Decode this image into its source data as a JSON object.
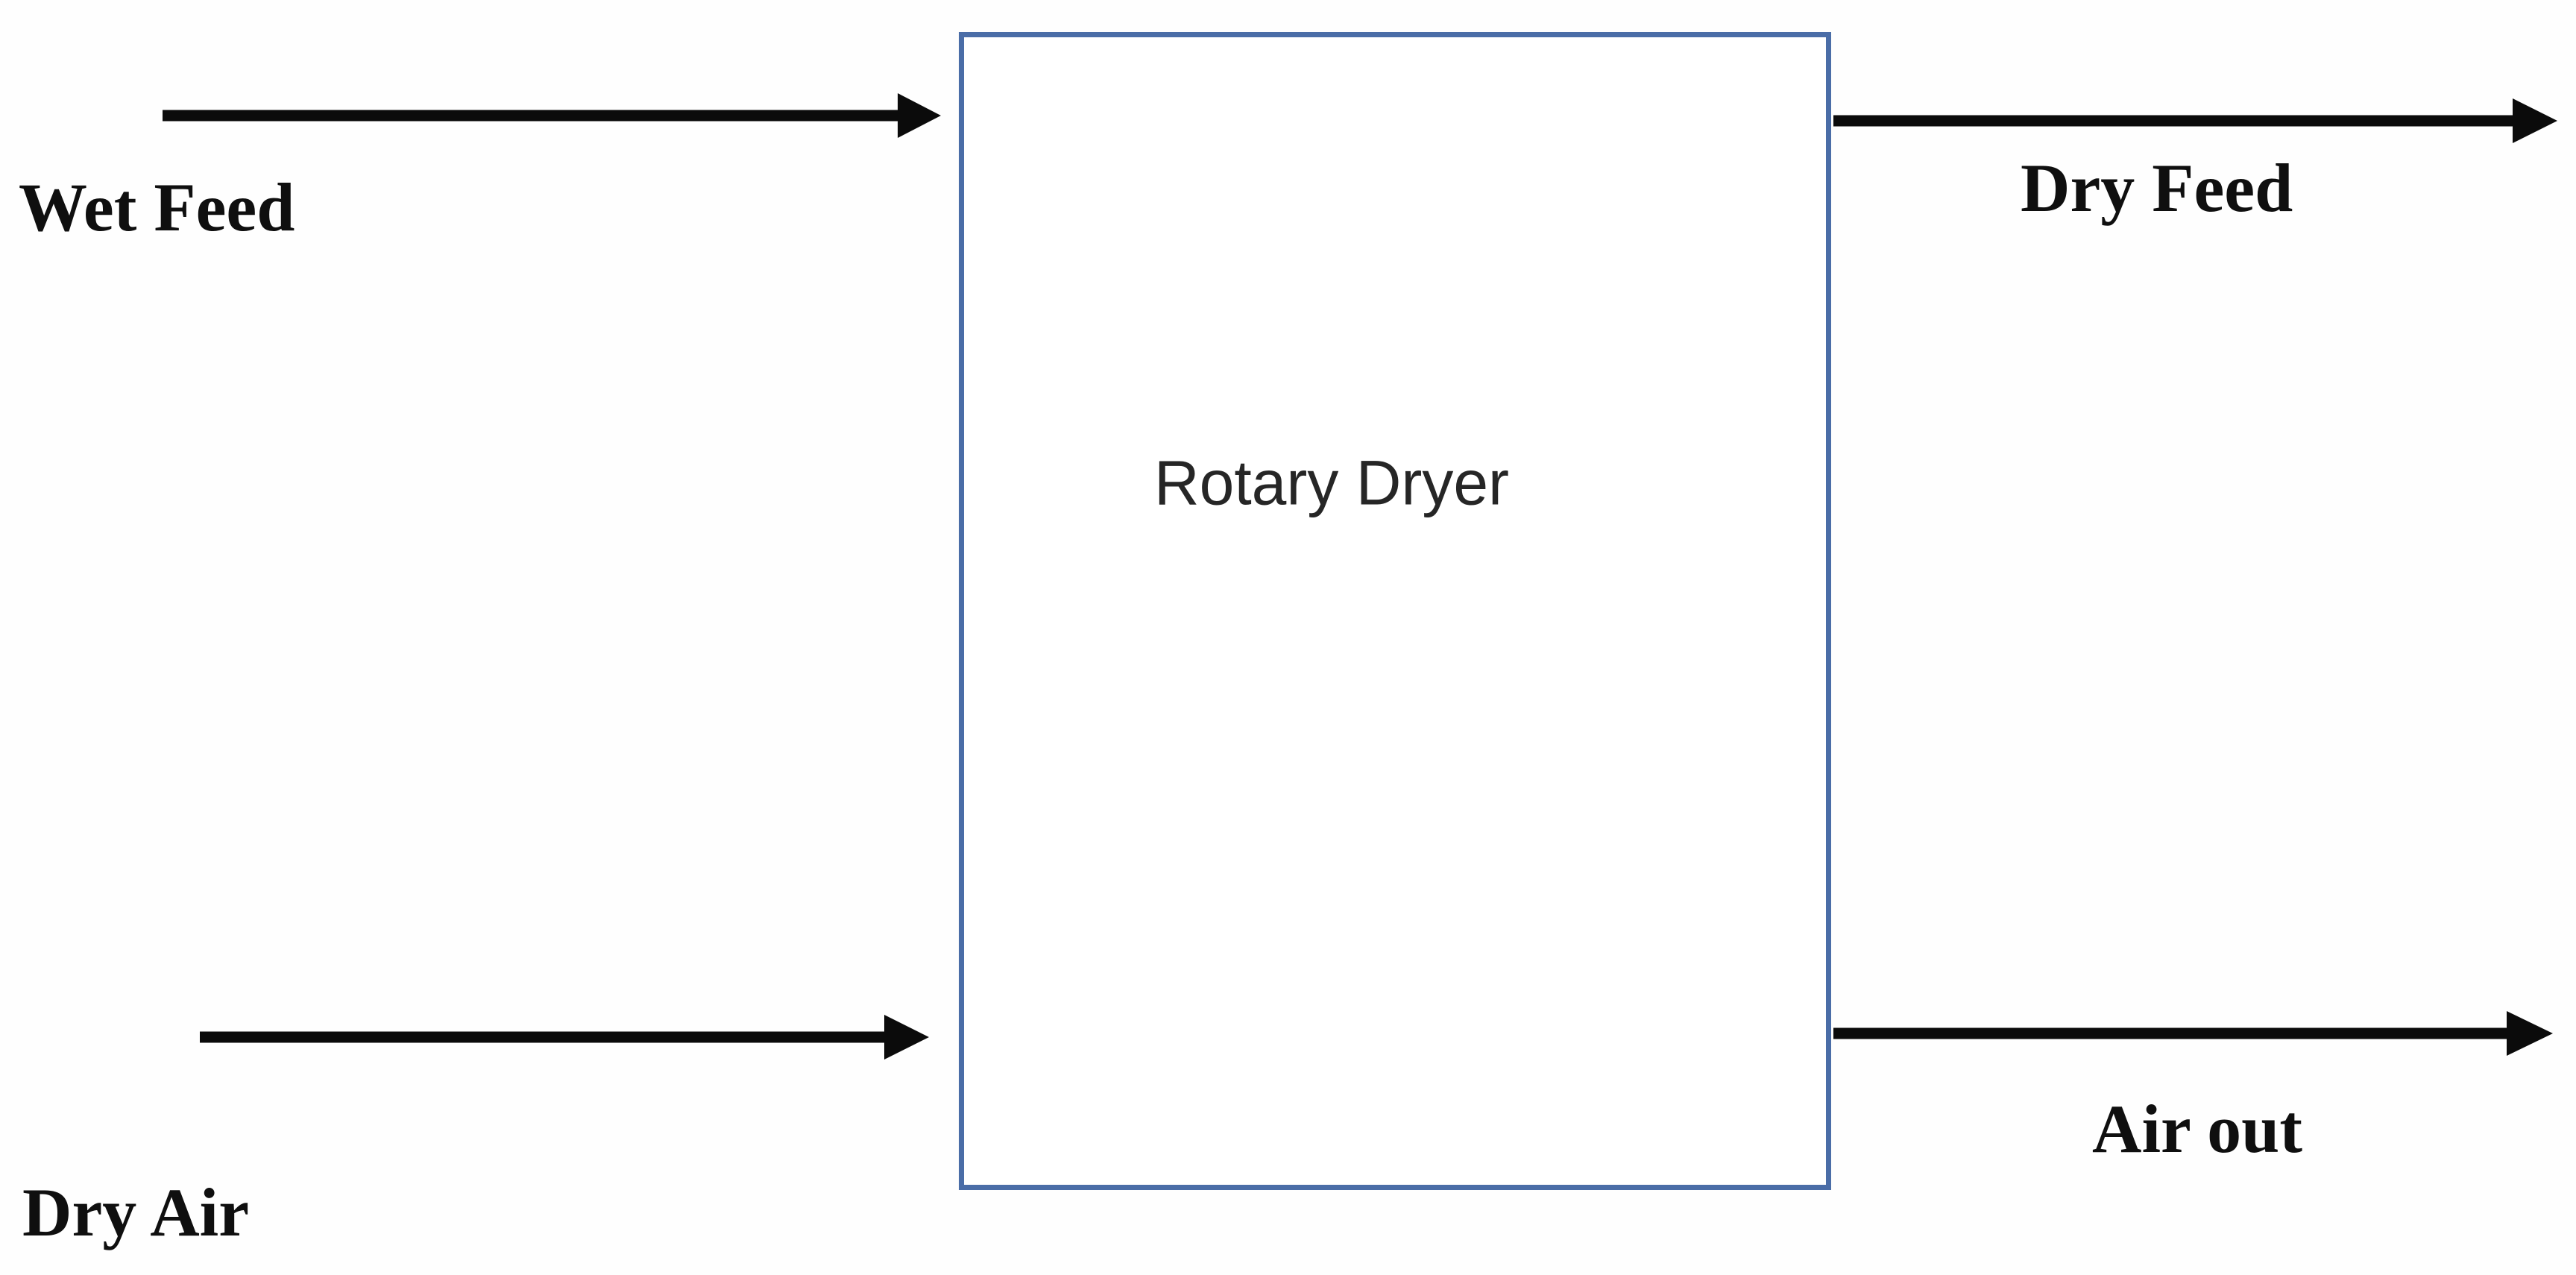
{
  "diagram": {
    "type": "block-flow-diagram",
    "unit": {
      "label": "Rotary Dryer"
    },
    "streams": [
      {
        "label": "Wet Feed",
        "role": "input",
        "position": "top-left"
      },
      {
        "label": "Dry Feed",
        "role": "output",
        "position": "top-right"
      },
      {
        "label": "Dry Air",
        "role": "input",
        "position": "bottom-left"
      },
      {
        "label": "Air out",
        "role": "output",
        "position": "bottom-right"
      }
    ],
    "colors": {
      "unit_border": "#4a6da7",
      "arrow": "#0b0b0b",
      "label_text": "#0f0f0f"
    }
  }
}
